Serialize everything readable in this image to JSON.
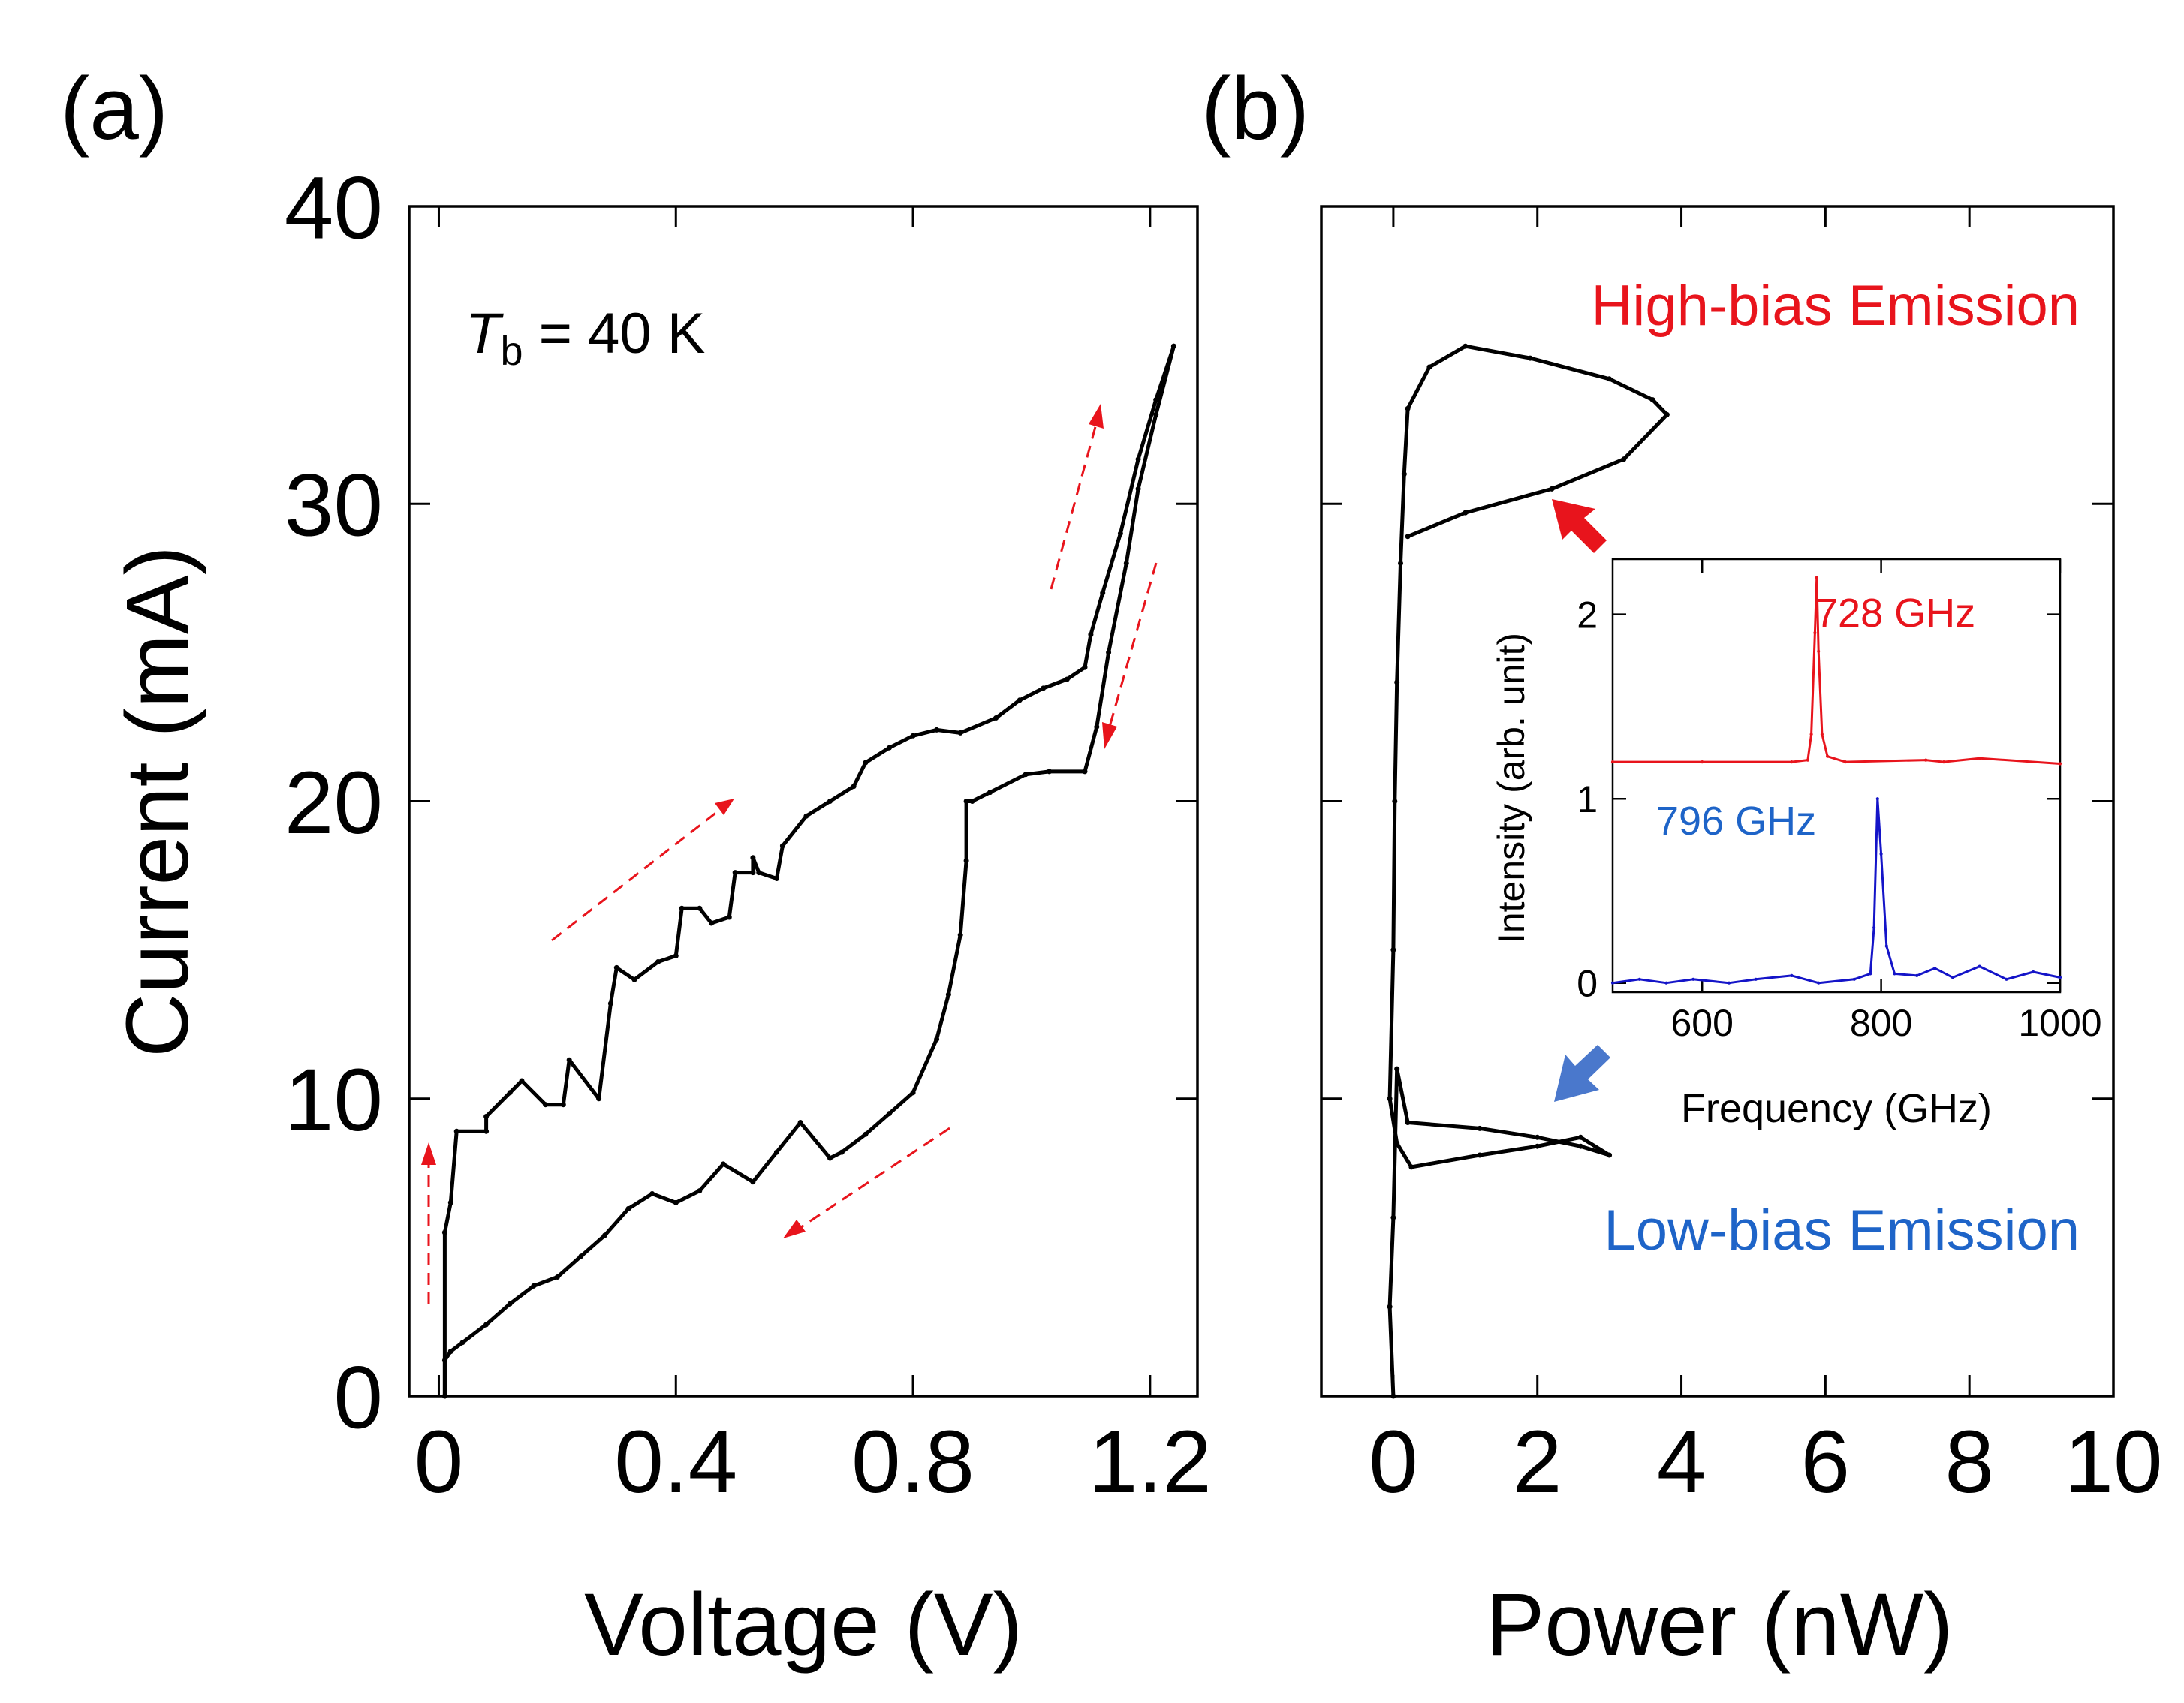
{
  "figure": {
    "panel_a_label": "(a)",
    "panel_b_label": "(b)",
    "temperature_label_symbol": "T",
    "temperature_label_subscript": "b",
    "temperature_label_value": " = 40 K",
    "high_bias_label": "High-bias Emission",
    "low_bias_label": "Low-bias Emission",
    "peak_high_label": "728 GHz",
    "peak_low_label": "796 GHz",
    "colors": {
      "axes": "#000000",
      "high_bias": "#e8141c",
      "low_bias": "#1e64c8",
      "low_bias_trace": "#1414c8",
      "arrow_blue": "#4a78cc"
    }
  },
  "chart_data": [
    {
      "id": "panel-a",
      "type": "line",
      "xlabel": "Voltage (V)",
      "ylabel": "Current (mA)",
      "xlim": [
        -0.05,
        1.28
      ],
      "ylim": [
        0,
        40
      ],
      "xticks": [
        0,
        0.4,
        0.8,
        1.2
      ],
      "xtick_labels": [
        "0",
        "0.4",
        "0.8",
        "1.2"
      ],
      "yticks": [
        0,
        10,
        20,
        30,
        40
      ],
      "ytick_labels": [
        "0",
        "10",
        "20",
        "30",
        "40"
      ],
      "series": [
        {
          "direction": "up-sweep",
          "points": [
            [
              0.01,
              0
            ],
            [
              0.01,
              5.5
            ],
            [
              0.02,
              6.5
            ],
            [
              0.03,
              8.9
            ],
            [
              0.08,
              8.9
            ],
            [
              0.08,
              9.4
            ],
            [
              0.12,
              10.2
            ],
            [
              0.14,
              10.6
            ],
            [
              0.18,
              9.8
            ],
            [
              0.21,
              9.8
            ],
            [
              0.22,
              11.3
            ],
            [
              0.27,
              10.0
            ],
            [
              0.29,
              13.2
            ],
            [
              0.3,
              14.4
            ],
            [
              0.33,
              14.0
            ],
            [
              0.37,
              14.6
            ],
            [
              0.4,
              14.8
            ],
            [
              0.41,
              16.4
            ],
            [
              0.44,
              16.4
            ],
            [
              0.46,
              15.9
            ],
            [
              0.49,
              16.1
            ],
            [
              0.5,
              17.6
            ],
            [
              0.53,
              17.6
            ],
            [
              0.53,
              18.1
            ],
            [
              0.54,
              17.6
            ],
            [
              0.57,
              17.4
            ],
            [
              0.58,
              18.5
            ],
            [
              0.62,
              19.5
            ],
            [
              0.66,
              20.0
            ],
            [
              0.7,
              20.5
            ],
            [
              0.72,
              21.3
            ],
            [
              0.76,
              21.8
            ],
            [
              0.8,
              22.2
            ],
            [
              0.84,
              22.4
            ],
            [
              0.88,
              22.3
            ],
            [
              0.94,
              22.8
            ],
            [
              0.98,
              23.4
            ],
            [
              1.02,
              23.8
            ],
            [
              1.06,
              24.1
            ],
            [
              1.09,
              24.5
            ],
            [
              1.1,
              25.6
            ],
            [
              1.12,
              27.0
            ],
            [
              1.15,
              29.0
            ],
            [
              1.18,
              31.5
            ],
            [
              1.21,
              33.5
            ],
            [
              1.24,
              35.3
            ]
          ]
        },
        {
          "direction": "down-sweep",
          "points": [
            [
              1.24,
              35.3
            ],
            [
              1.21,
              33.0
            ],
            [
              1.18,
              30.5
            ],
            [
              1.16,
              28.0
            ],
            [
              1.13,
              25.0
            ],
            [
              1.11,
              22.5
            ],
            [
              1.09,
              21.0
            ],
            [
              1.03,
              21.0
            ],
            [
              0.99,
              20.9
            ],
            [
              0.93,
              20.3
            ],
            [
              0.9,
              20.0
            ],
            [
              0.89,
              20.0
            ],
            [
              0.89,
              18.0
            ],
            [
              0.88,
              15.5
            ],
            [
              0.86,
              13.5
            ],
            [
              0.84,
              12.0
            ],
            [
              0.8,
              10.2
            ],
            [
              0.76,
              9.5
            ],
            [
              0.72,
              8.8
            ],
            [
              0.68,
              8.2
            ],
            [
              0.66,
              8.0
            ],
            [
              0.61,
              9.2
            ],
            [
              0.57,
              8.2
            ],
            [
              0.53,
              7.2
            ],
            [
              0.48,
              7.8
            ],
            [
              0.44,
              6.9
            ],
            [
              0.4,
              6.5
            ],
            [
              0.36,
              6.8
            ],
            [
              0.32,
              6.3
            ],
            [
              0.28,
              5.4
            ],
            [
              0.24,
              4.7
            ],
            [
              0.2,
              4.0
            ],
            [
              0.16,
              3.7
            ],
            [
              0.12,
              3.1
            ],
            [
              0.08,
              2.4
            ],
            [
              0.04,
              1.8
            ],
            [
              0.02,
              1.5
            ],
            [
              0.01,
              1.2
            ],
            [
              0.01,
              0
            ]
          ]
        }
      ]
    },
    {
      "id": "panel-b",
      "type": "line",
      "xlabel": "Power (nW)",
      "ylabel": "",
      "xlim": [
        -1,
        10
      ],
      "ylim": [
        0,
        40
      ],
      "xticks": [
        0,
        2,
        4,
        6,
        8,
        10
      ],
      "xtick_labels": [
        "0",
        "2",
        "4",
        "6",
        "8",
        "10"
      ],
      "yticks": [
        0,
        10,
        20,
        30,
        40
      ],
      "ytick_labels": [
        "",
        "",
        "",
        "",
        ""
      ],
      "series": [
        {
          "direction": "high-bias-loop",
          "points": [
            [
              0.2,
              28.9
            ],
            [
              1.0,
              29.7
            ],
            [
              2.2,
              30.5
            ],
            [
              3.2,
              31.5
            ],
            [
              3.8,
              33.0
            ],
            [
              3.6,
              33.5
            ],
            [
              3.0,
              34.2
            ],
            [
              1.9,
              34.9
            ],
            [
              1.0,
              35.3
            ],
            [
              0.5,
              34.6
            ],
            [
              0.2,
              33.2
            ],
            [
              0.15,
              31.0
            ],
            [
              0.1,
              28.0
            ],
            [
              0.05,
              24.0
            ],
            [
              0.02,
              20.0
            ],
            [
              0.0,
              15.0
            ],
            [
              -0.05,
              10.0
            ],
            [
              0.05,
              8.5
            ],
            [
              0.25,
              7.7
            ],
            [
              1.2,
              8.1
            ],
            [
              2.0,
              8.4
            ],
            [
              2.6,
              8.7
            ],
            [
              3.0,
              8.1
            ],
            [
              2.6,
              8.4
            ],
            [
              2.0,
              8.7
            ],
            [
              1.2,
              9.0
            ],
            [
              0.2,
              9.2
            ],
            [
              0.05,
              11.0
            ],
            [
              0.0,
              6.0
            ],
            [
              -0.05,
              3.0
            ],
            [
              0.0,
              0.0
            ]
          ]
        }
      ]
    },
    {
      "id": "panel-b-inset",
      "type": "line",
      "xlabel": "Frequency (GHz)",
      "ylabel": "Intensity (arb. unit)",
      "xlim": [
        500,
        1000
      ],
      "ylim": [
        -0.05,
        2.3
      ],
      "xticks": [
        600,
        800,
        1000
      ],
      "xtick_labels": [
        "600",
        "800",
        "1000"
      ],
      "yticks": [
        0,
        1,
        2
      ],
      "ytick_labels": [
        "0",
        "1",
        "2"
      ],
      "series": [
        {
          "name": "728 GHz",
          "points": [
            [
              500,
              1.2
            ],
            [
              600,
              1.2
            ],
            [
              700,
              1.2
            ],
            [
              718,
              1.21
            ],
            [
              722,
              1.35
            ],
            [
              726,
              1.9
            ],
            [
              728,
              2.2
            ],
            [
              730,
              1.8
            ],
            [
              734,
              1.35
            ],
            [
              740,
              1.23
            ],
            [
              760,
              1.2
            ],
            [
              850,
              1.21
            ],
            [
              870,
              1.2
            ],
            [
              910,
              1.22
            ],
            [
              1000,
              1.19
            ]
          ]
        },
        {
          "name": "796 GHz",
          "points": [
            [
              500,
              0.0
            ],
            [
              530,
              0.02
            ],
            [
              560,
              0.0
            ],
            [
              590,
              0.02
            ],
            [
              630,
              0.0
            ],
            [
              660,
              0.02
            ],
            [
              700,
              0.04
            ],
            [
              730,
              0.0
            ],
            [
              770,
              0.02
            ],
            [
              788,
              0.05
            ],
            [
              792,
              0.3
            ],
            [
              796,
              1.0
            ],
            [
              800,
              0.7
            ],
            [
              806,
              0.2
            ],
            [
              815,
              0.05
            ],
            [
              840,
              0.04
            ],
            [
              860,
              0.08
            ],
            [
              880,
              0.03
            ],
            [
              910,
              0.09
            ],
            [
              940,
              0.02
            ],
            [
              970,
              0.06
            ],
            [
              1000,
              0.03
            ]
          ]
        }
      ]
    }
  ]
}
